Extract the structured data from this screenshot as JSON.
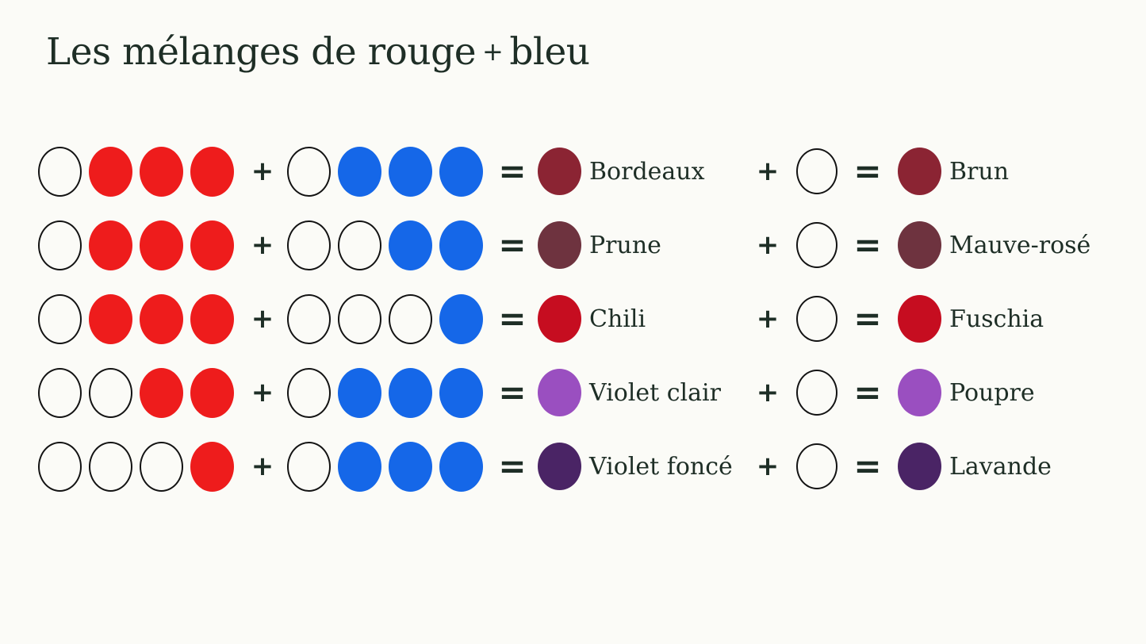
{
  "title": {
    "before_plus": "Les mélanges de rouge",
    "plus": "+",
    "after_plus": "bleu"
  },
  "symbols": {
    "plus": "+",
    "equals": "="
  },
  "palette": {
    "background": "#fbfbf7",
    "text": "#1e2e26",
    "red": "#ee1c1c",
    "blue": "#1567e8",
    "circle_outline": "#131313"
  },
  "rows": [
    {
      "red_filled": [
        false,
        true,
        true,
        true
      ],
      "blue_filled": [
        false,
        true,
        true,
        true
      ],
      "mix": {
        "name": "Bordeaux",
        "color": "#8b2433"
      },
      "tint": {
        "name": "Brun",
        "color": "#8b2433"
      }
    },
    {
      "red_filled": [
        false,
        true,
        true,
        true
      ],
      "blue_filled": [
        false,
        false,
        true,
        true
      ],
      "mix": {
        "name": "Prune",
        "color": "#6e333f"
      },
      "tint": {
        "name": "Mauve-rosé",
        "color": "#6e333f"
      }
    },
    {
      "red_filled": [
        false,
        true,
        true,
        true
      ],
      "blue_filled": [
        false,
        false,
        false,
        true
      ],
      "mix": {
        "name": "Chili",
        "color": "#c60d20"
      },
      "tint": {
        "name": "Fuschia",
        "color": "#c60d20"
      }
    },
    {
      "red_filled": [
        false,
        false,
        true,
        true
      ],
      "blue_filled": [
        false,
        true,
        true,
        true
      ],
      "mix": {
        "name": "Violet clair",
        "color": "#9a4fc0"
      },
      "tint": {
        "name": "Poupre",
        "color": "#9a4fc0"
      }
    },
    {
      "red_filled": [
        false,
        false,
        false,
        true
      ],
      "blue_filled": [
        false,
        true,
        true,
        true
      ],
      "mix": {
        "name": "Violet foncé",
        "color": "#4a2465"
      },
      "tint": {
        "name": "Lavande",
        "color": "#4a2465"
      }
    }
  ]
}
